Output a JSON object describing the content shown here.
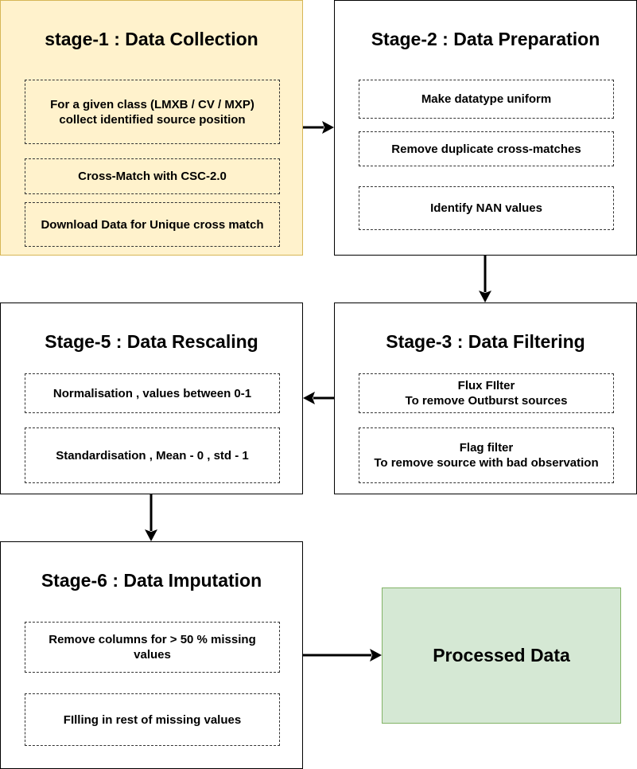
{
  "colors": {
    "stage1_fill": "#fff2cc",
    "stage1_border": "#d6b656",
    "result_fill": "#d5e8d4",
    "result_border": "#82b366",
    "default_fill": "#ffffff",
    "line": "#000000"
  },
  "stages": {
    "s1": {
      "title": "stage-1 : Data Collection",
      "steps": [
        "For a given class (LMXB / CV / MXP)\ncollect identified source position",
        "Cross-Match with CSC-2.0",
        "Download Data for Unique cross match"
      ]
    },
    "s2": {
      "title": "Stage-2 : Data Preparation",
      "steps": [
        "Make datatype uniform",
        "Remove duplicate cross-matches",
        "Identify NAN values"
      ]
    },
    "s3": {
      "title": "Stage-3 : Data Filtering",
      "steps": [
        "Flux FIlter\nTo remove Outburst sources",
        "Flag filter\nTo remove source with bad observation"
      ]
    },
    "s5": {
      "title": "Stage-5 : Data Rescaling",
      "steps": [
        "Normalisation , values between 0-1",
        "Standardisation , Mean - 0 , std - 1"
      ]
    },
    "s6": {
      "title": "Stage-6 : Data Imputation",
      "steps": [
        "Remove columns for > 50 % missing\nvalues",
        "FIlling in rest of missing values"
      ]
    }
  },
  "result": {
    "label": "Processed Data"
  }
}
